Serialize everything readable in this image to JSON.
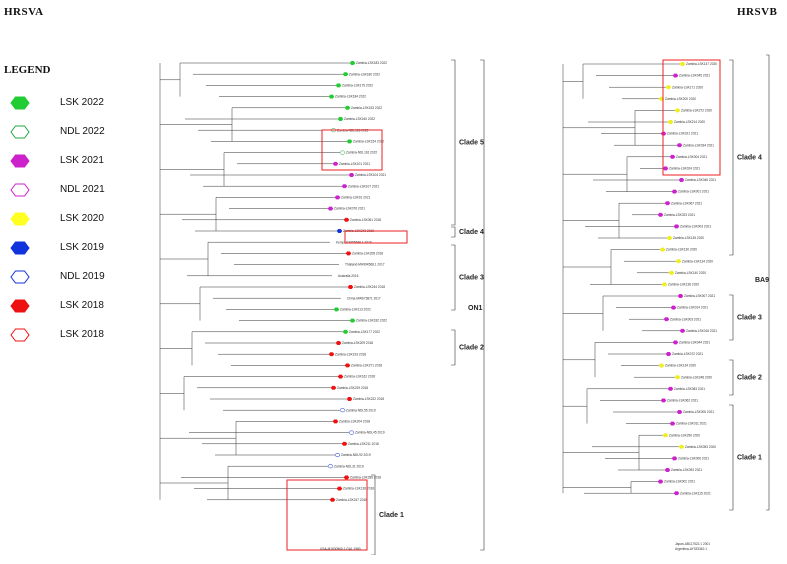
{
  "titles": {
    "a": "HRSVA",
    "b": "HRSVB"
  },
  "legend": {
    "title": "LEGEND",
    "items": [
      {
        "label": "LSK 2022",
        "color": "#22cc33",
        "filled": true
      },
      {
        "label": "NDL 2022",
        "color": "#22aa44",
        "filled": false
      },
      {
        "label": "LSK 2021",
        "color": "#cc22cc",
        "filled": true
      },
      {
        "label": "NDL 2021",
        "color": "#cc22cc",
        "filled": false
      },
      {
        "label": "LSK 2020",
        "color": "#ffff22",
        "filled": true
      },
      {
        "label": "LSK 2019",
        "color": "#1133dd",
        "filled": true
      },
      {
        "label": "NDL 2019",
        "color": "#1133dd",
        "filled": false
      },
      {
        "label": "LSK 2018",
        "color": "#ee1111",
        "filled": true
      },
      {
        "label": "LSK 2018",
        "color": "#ee1111",
        "filled": false
      }
    ]
  },
  "tree_a": {
    "clades": [
      "Clade 5",
      "Clade 4",
      "Clade 3",
      "Clade 2",
      "Clade 1"
    ],
    "genotype": "ON1",
    "outgroup": "USA-M1830960.1 GA1 1980",
    "tips": [
      "Zambia-LSK183 2022",
      "Zambia-LSK180 2022",
      "Zambia-LSK175 2022",
      "Zambia-LSK184 2022",
      "Zambia-LSK153 2022",
      "Zambia-LSK160 2022",
      "Zambia-NDL126 2022",
      "Zambia-LSK154 2022",
      "Zambia-NDL116 2022",
      "Zambia-LSK101 2021",
      "Zambia-LSK104 2021",
      "Zambia-LSK107 2021",
      "Zambia-LSK91 2021",
      "Zambia-LSK076 2021",
      "Zambia-LSK061 2018",
      "Zambia-LSK243 2019",
      "Kenya-KX655686.1 2016",
      "Zambia-LSK208 2018",
      "Thailand-MH994568.1 2017",
      "Australia 2016",
      "Zambia-LSK244 2018",
      "China-MW673871 2017",
      "Zambia-LSK113 2022",
      "Zambia-LSK182 2022",
      "Zambia-LSK177 2022",
      "Zambia-LSK209 2018",
      "Zambia-LSK193 2018",
      "Zambia-LSK271 2018",
      "Zambia-LSK162 2018",
      "Zambia-LSK229 2018",
      "Zambia-LSK222 2018",
      "Zambia-NDL55 2019",
      "Zambia-LSK204 2018",
      "Zambia-NDL45 2019",
      "Zambia-LSK211 2018",
      "Zambia-NDL92 2019",
      "Zambia-NDL31 2019",
      "Zambia-LSK285 2018",
      "Zambia-LSK136 2018",
      "Zambia-LSK247 2018"
    ]
  },
  "tree_b": {
    "clades": [
      "Clade 4",
      "Clade 3",
      "Clade 2",
      "Clade 1"
    ],
    "genotype": "BA9",
    "tips": [
      "Zambia-LSK147 2020",
      "Zambia-LSK045 2021",
      "Zambia-LSK171 2020",
      "Zambia-LSK200 2020",
      "Zambia-LSK272 2020",
      "Zambia-LSK214 2020",
      "Zambia-LSK021 2021",
      "Zambia-LSK034 2021",
      "Zambia-LSK004 2021",
      "Zambia-LSK024 2021",
      "Zambia-LSK046 2021",
      "Zambia-LSK001 2021",
      "Zambia-LSK067 2021",
      "Zambia-LSK023 2021",
      "Zambia-LSK003 2021",
      "Zambia-LSK135 2020",
      "Zambia-LSK130 2020",
      "Zambia-LSK134 2020",
      "Zambia-LSK140 2020",
      "Zambia-LSK136 2020",
      "Zambia-LSK007 2021",
      "Zambia-LSK014 2021",
      "Zambia-LSK003 2021",
      "Zambia-LSK016 2021",
      "Zambia-LSK044 2021",
      "Zambia-LSK072 2021",
      "Zambia-LSK134 2020",
      "Zambia-LSK248 2020",
      "Zambia-LSK083 2021",
      "Zambia-LSK062 2021",
      "Zambia-LSK005 2021",
      "Zambia-LSK011 2021",
      "Zambia-LSK290 2020",
      "Zambia-LSK053 2020",
      "Zambia-LSK006 2021",
      "Zambia-LSK093 2021",
      "Zambia-LSK002 2021",
      "Zambia-LSK115 2021"
    ],
    "outgroups": [
      "Japan-AB117522.1 2001",
      "Argentina-AY333362.1"
    ]
  }
}
